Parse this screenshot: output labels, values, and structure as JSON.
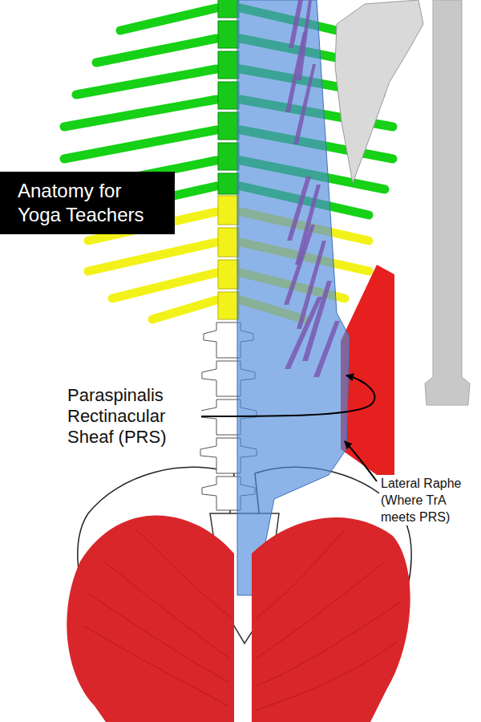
{
  "diagram": {
    "nodes": [
      {
        "text": [
          "Anatomy for Yoga Teachers"
        ]
      }
    ],
    "labels": [
      "Paraspinalis Rectinacular Sheaf (PRS)",
      "Lateral Raphe (Where TrA meets PRS)"
    ]
  }
}
